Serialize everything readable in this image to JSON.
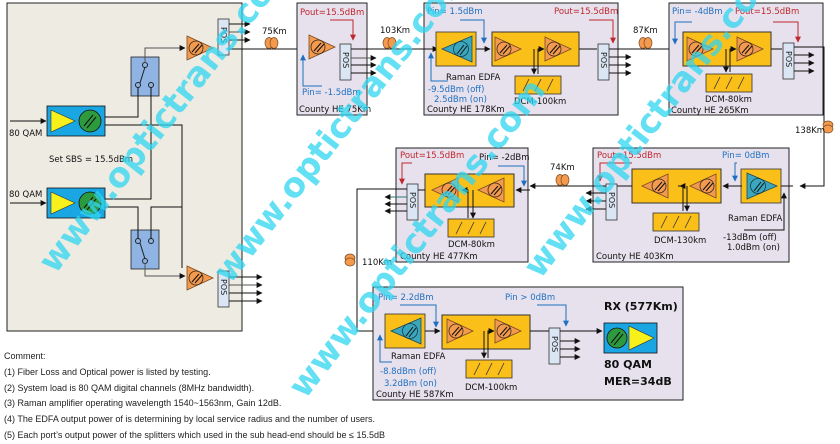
{
  "headend": {
    "inputs": [
      "80 QAM",
      "80 QAM"
    ],
    "sbs_label": "Set SBS = 15.5dBm",
    "splitter_label": "POS"
  },
  "links": [
    {
      "label": "75Km"
    },
    {
      "label": "103Km"
    },
    {
      "label": "87Km"
    },
    {
      "label": "138Km"
    },
    {
      "label": "74Km"
    },
    {
      "label": "110Km"
    }
  ],
  "stations": [
    {
      "name": "County HE 75Km",
      "pin": "Pin= -1.5dBm",
      "pout": "Pout=15.5dBm"
    },
    {
      "name": "County HE 178Km",
      "pin": "Pin= 1.5dBm",
      "pout": "Pout=15.5dBm",
      "raman_label": "Raman EDFA",
      "raman_off": "-9.5dBm (off)",
      "raman_on": "2.5dBm (on)",
      "dcm": "DCM-100km"
    },
    {
      "name": "County HE 265Km",
      "pin": "Pin= -4dBm",
      "pout": "Pout=15.5dBm",
      "dcm": "DCM-80km"
    },
    {
      "name": "County HE 403Km",
      "pin": "Pin= 0dBm",
      "pout": "Pout=15.5dBm",
      "raman_label": "Raman EDFA",
      "raman_off": "-13dBm (off)",
      "raman_on": "1.0dBm (on)",
      "dcm": "DCM-130km"
    },
    {
      "name": "County HE 477Km",
      "pin": "Pin= -2dBm",
      "pout": "Pout=15.5dBm",
      "dcm": "DCM-80km"
    },
    {
      "name": "County HE 587Km",
      "pin": "Pin= 2.2dBm",
      "pin2": "Pin > 0dBm",
      "raman_label": "Raman EDFA",
      "raman_off": "-8.8dBm (off)",
      "raman_on": "3.2dBm (on)",
      "dcm": "DCM-100km"
    }
  ],
  "receiver": {
    "title": "RX (577Km)",
    "load": "80 QAM",
    "mer": "MER=34dB"
  },
  "watermark": "www.optictrans.com",
  "comment": {
    "title": "Comment:",
    "items": [
      "(1)  Fiber Loss and Optical power is listed by testing.",
      "(2)  System load is 80 QAM digital channels (8MHz bandwidth).",
      "(3)  Raman amplifier operating wavelength 1540~1563nm, Gain 12dB.",
      "(4)  The EDFA output power of is determining by local service radius and the number of users.",
      "(5)  Each port’s output power of the splitters which used in the sub head-end should be  ≤ 15.5dB"
    ]
  },
  "colors": {
    "headend_bg": "#eeebe3",
    "station_bg": "#e6e1ec",
    "edfa_orange": "#f39a4f",
    "module_yellow": "#fbbf1a",
    "raman_teal": "#3aa7be",
    "tx_blue": "#1aa6e3",
    "switch_blue": "#8fb3e3",
    "pos_blue": "#dbe6f4",
    "pin_blue": "#1f6fc1",
    "pout_red": "#c0262d"
  }
}
